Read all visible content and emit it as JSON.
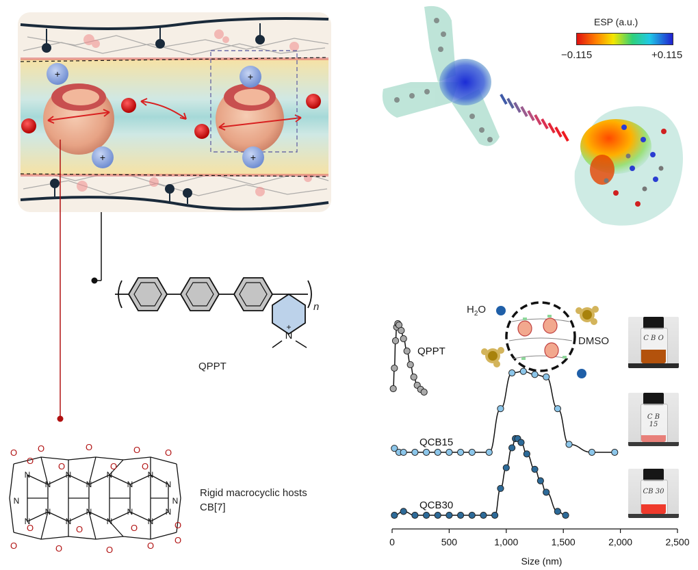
{
  "esp": {
    "title": "ESP (a.u.)",
    "min_label": "−0.115",
    "max_label": "+0.115"
  },
  "labels": {
    "qppt_structure": "QPPT",
    "host_line1": "Rigid macrocyclic hosts",
    "host_line2": "CB[7]",
    "n": "n",
    "water": "H",
    "water_sub": "2",
    "water_o": "O",
    "dmso": "DMSO"
  },
  "vials": [
    {
      "tag": "C B O"
    },
    {
      "tag": "C B 15"
    },
    {
      "tag": "CB 30"
    }
  ],
  "chart_data": {
    "type": "line",
    "xlabel": "Size (nm)",
    "xlim": [
      0,
      2500
    ],
    "xticks": [
      "0",
      "500",
      "1,000",
      "1,500",
      "2,000",
      "2,500"
    ],
    "series": [
      {
        "name": "QPPT",
        "color": "#aaaaaa",
        "x": [
          10,
          20,
          30,
          40,
          50,
          60,
          80,
          100,
          130,
          160,
          190,
          220,
          250,
          280
        ],
        "y": [
          0.05,
          0.35,
          0.75,
          0.95,
          1.0,
          0.98,
          0.9,
          0.78,
          0.6,
          0.4,
          0.22,
          0.1,
          0.04,
          0.0
        ]
      },
      {
        "name": "QCB15",
        "color": "#8cc6ea",
        "x": [
          20,
          60,
          100,
          200,
          300,
          400,
          500,
          600,
          700,
          850,
          950,
          1050,
          1150,
          1250,
          1350,
          1450,
          1550,
          1750,
          1950
        ],
        "y": [
          0.05,
          0.0,
          0.0,
          0.0,
          0.0,
          0.0,
          0.0,
          0.0,
          0.0,
          0.0,
          0.55,
          1.0,
          1.02,
          0.98,
          0.95,
          0.55,
          0.1,
          0.0,
          0.0
        ]
      },
      {
        "name": "QCB30",
        "color": "#2d6a98",
        "x": [
          20,
          100,
          200,
          300,
          400,
          500,
          600,
          700,
          800,
          900,
          950,
          1000,
          1050,
          1080,
          1100,
          1130,
          1180,
          1250,
          1300,
          1350,
          1450,
          1520
        ],
        "y": [
          0.0,
          0.05,
          0.0,
          0.0,
          0.0,
          0.0,
          0.0,
          0.0,
          0.0,
          0.0,
          0.35,
          0.62,
          0.88,
          1.0,
          1.0,
          0.95,
          0.8,
          0.6,
          0.45,
          0.3,
          0.05,
          0.0
        ]
      }
    ]
  }
}
